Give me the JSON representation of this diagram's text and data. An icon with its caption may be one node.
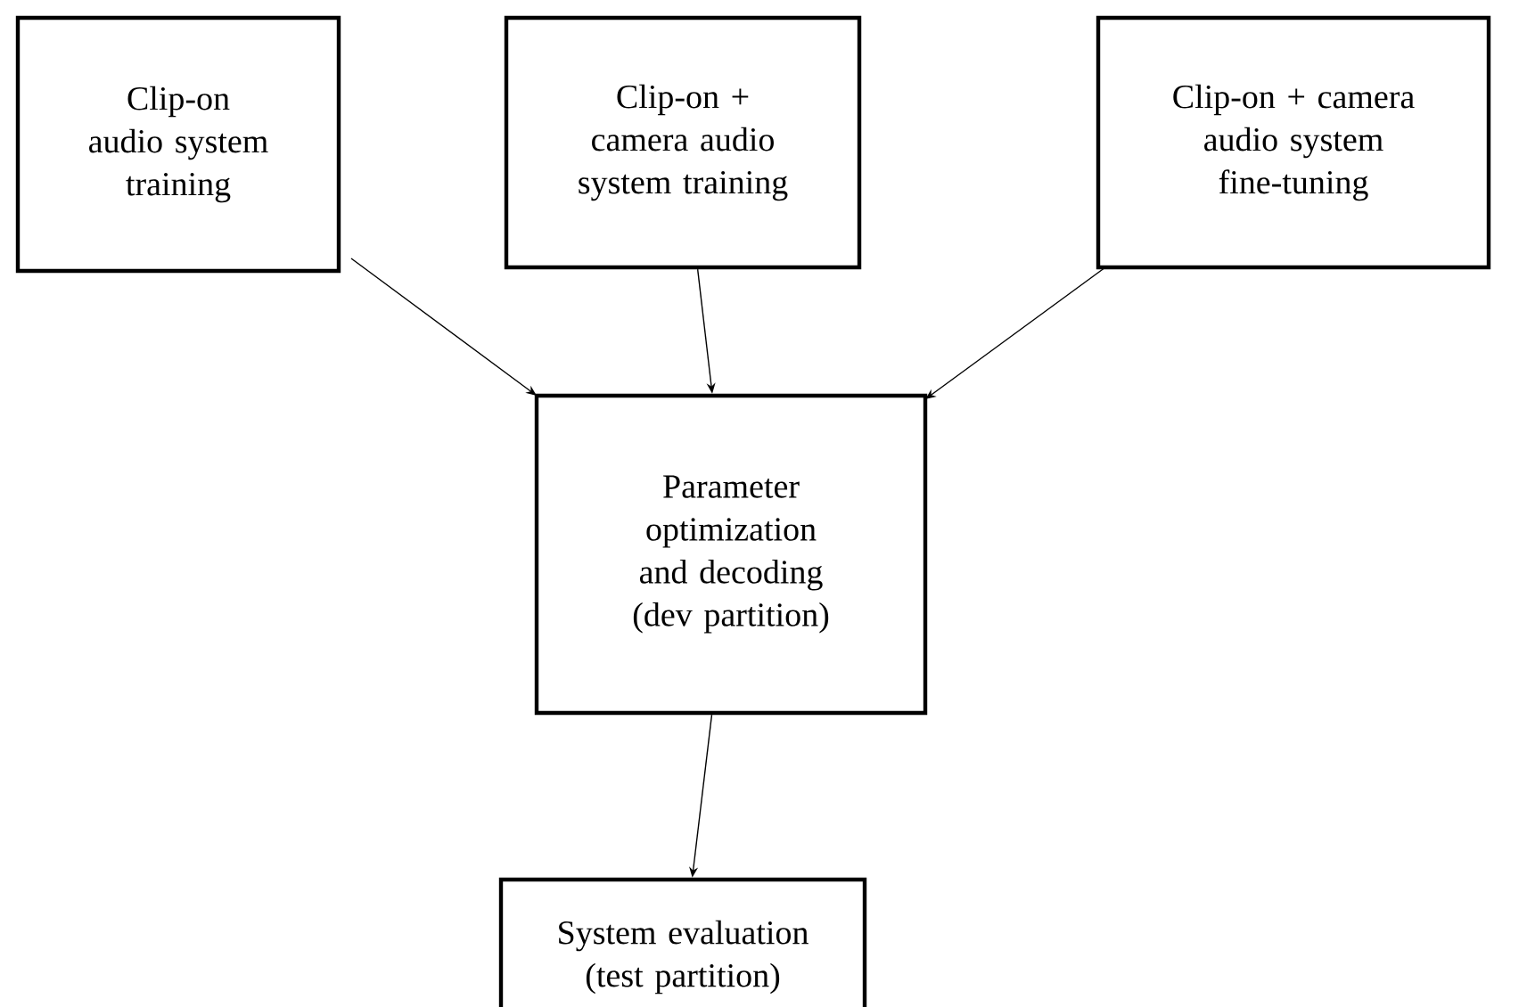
{
  "diagram": {
    "nodes": [
      {
        "text": [
          "Clip-on audio system training"
        ]
      },
      {
        "text": [
          "Clip-on + camera audio system training"
        ]
      },
      {
        "text": [
          "Clip-on + camera audio system fine-tuning"
        ]
      },
      {
        "text": [
          "Parameter optimization and decoding (dev partition)"
        ]
      },
      {
        "text": [
          "System evaluation (test partition)"
        ]
      }
    ],
    "edges": [
      {
        "from": 0,
        "to": 3,
        "arrow": "to"
      },
      {
        "from": 1,
        "to": 3,
        "arrow": "to"
      },
      {
        "from": 2,
        "to": 3,
        "arrow": "to"
      },
      {
        "from": 3,
        "to": 4,
        "arrow": "to"
      }
    ]
  }
}
